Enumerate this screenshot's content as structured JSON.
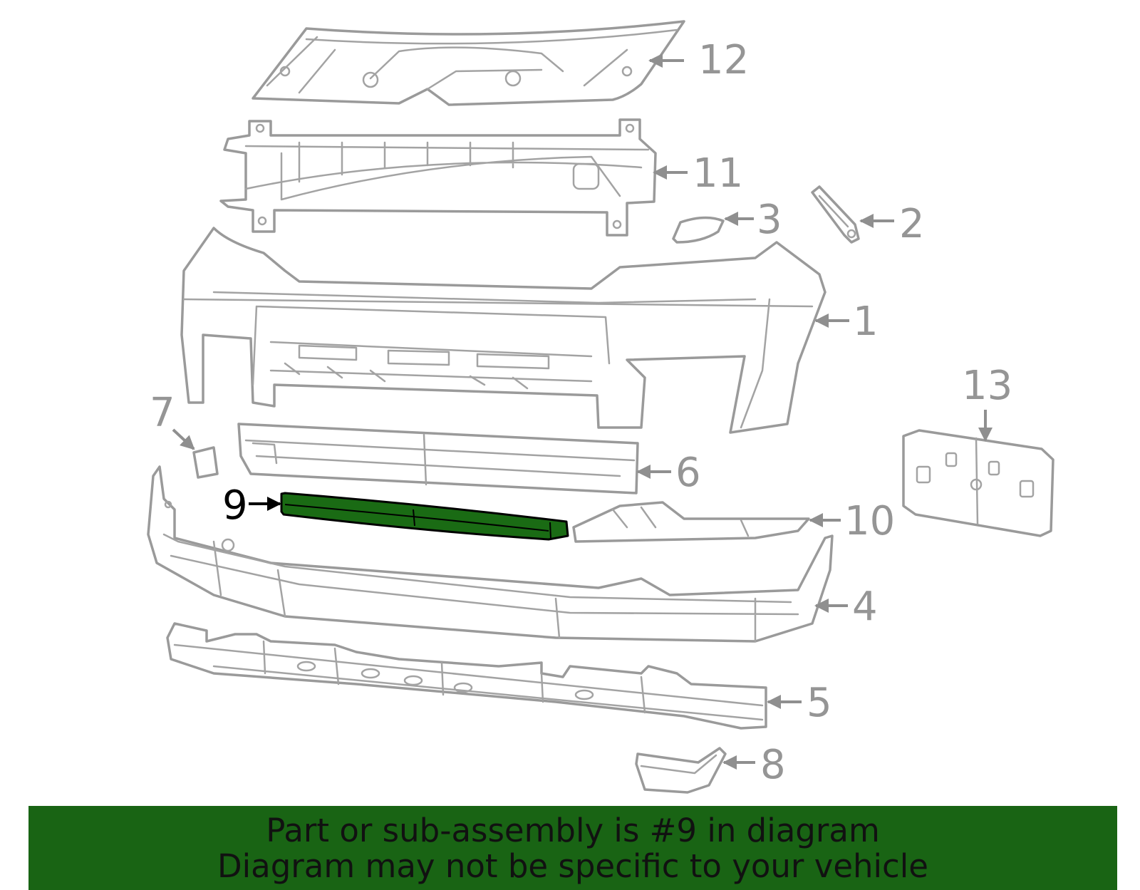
{
  "diagram": {
    "highlighted_part": "9",
    "highlight_color": "#196414",
    "callouts": [
      "1",
      "2",
      "3",
      "4",
      "5",
      "6",
      "7",
      "8",
      "9",
      "10",
      "11",
      "12",
      "13"
    ]
  },
  "banner": {
    "line1": "Part or sub-assembly is #9 in diagram",
    "line2": "Diagram may not be specific to your vehicle",
    "background": "#196414"
  }
}
